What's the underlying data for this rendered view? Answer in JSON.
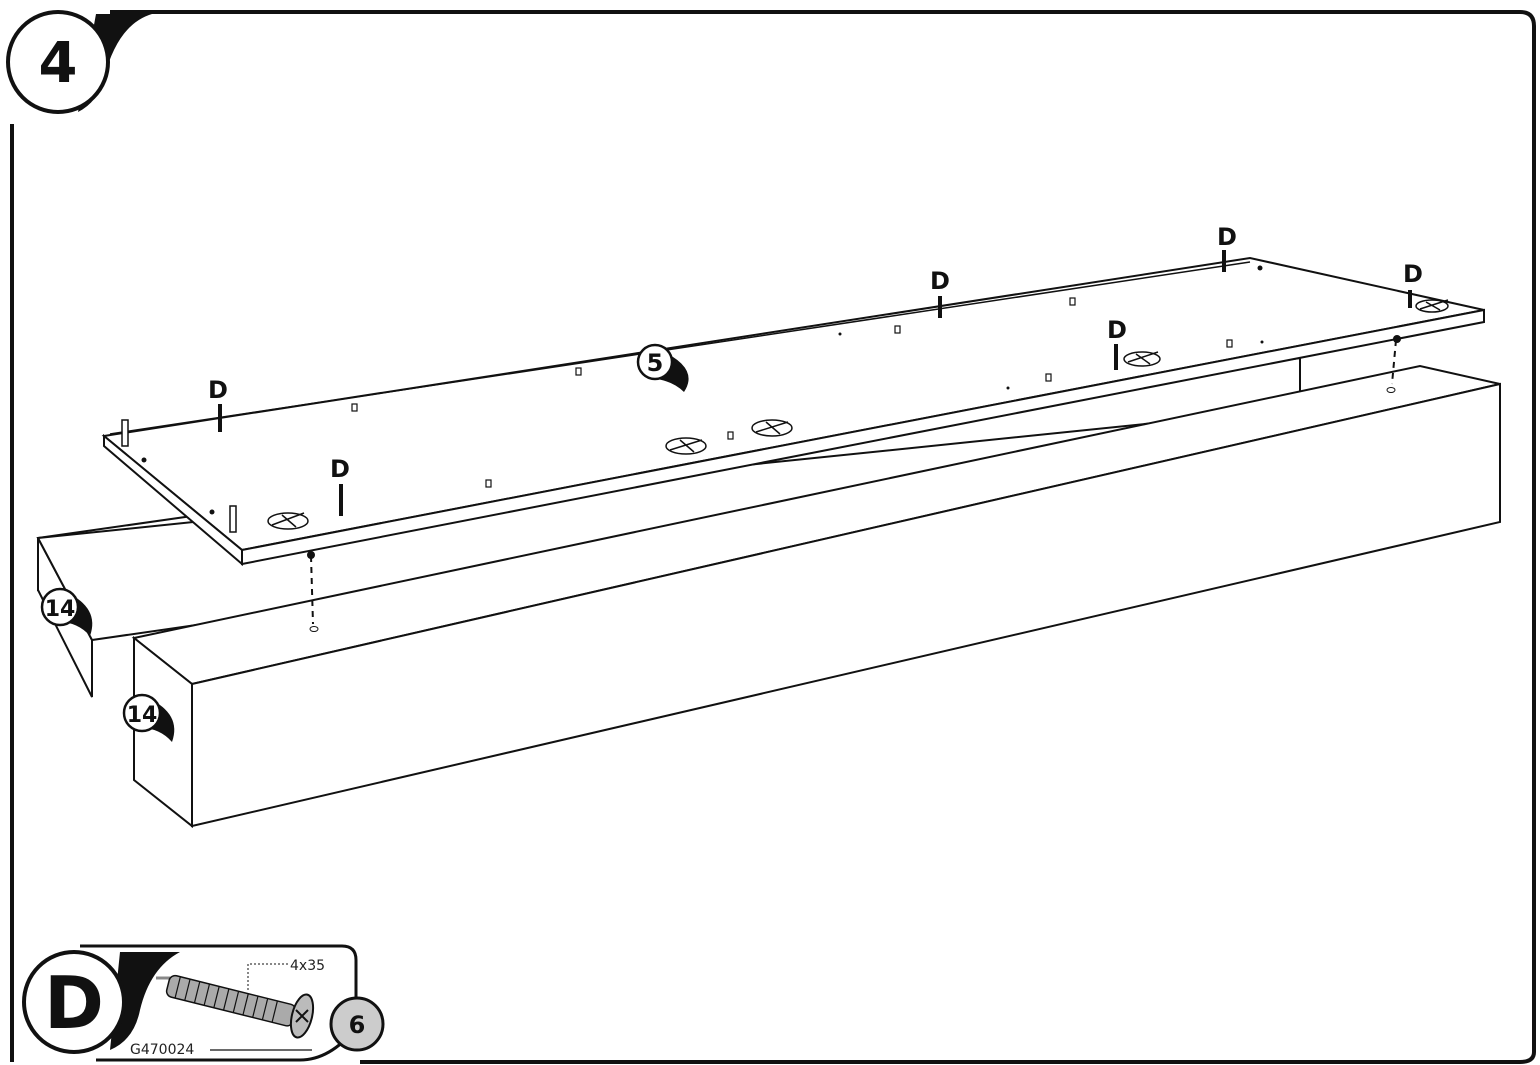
{
  "step": {
    "number": "4"
  },
  "parts": {
    "top_panel": {
      "label": "5"
    },
    "beam_back": {
      "label": "14"
    },
    "beam_front": {
      "label": "14"
    }
  },
  "screw_labels": [
    "D",
    "D",
    "D",
    "D",
    "D",
    "D"
  ],
  "hardware": {
    "letter": "D",
    "size": "4x35",
    "code": "G470024",
    "quantity": "6"
  }
}
